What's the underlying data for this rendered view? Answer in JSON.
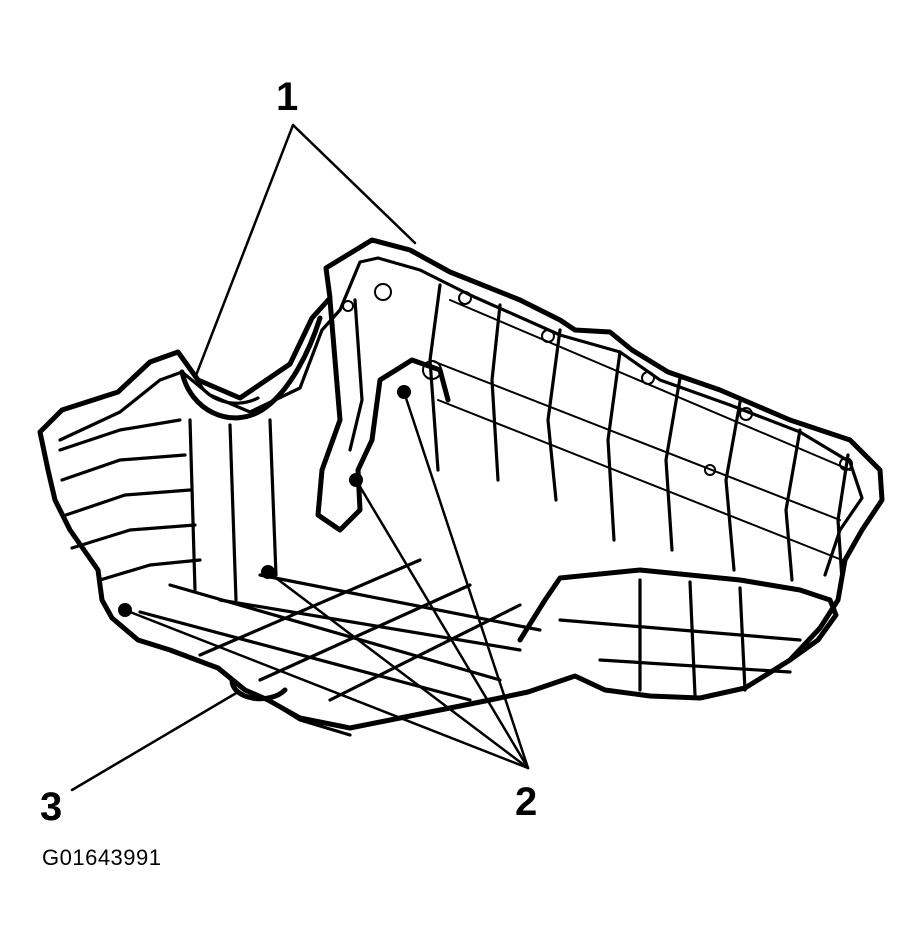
{
  "callouts": [
    {
      "id": "1",
      "label": "1"
    },
    {
      "id": "2",
      "label": "2"
    },
    {
      "id": "3",
      "label": "3"
    }
  ],
  "figure_id": "G01643991"
}
